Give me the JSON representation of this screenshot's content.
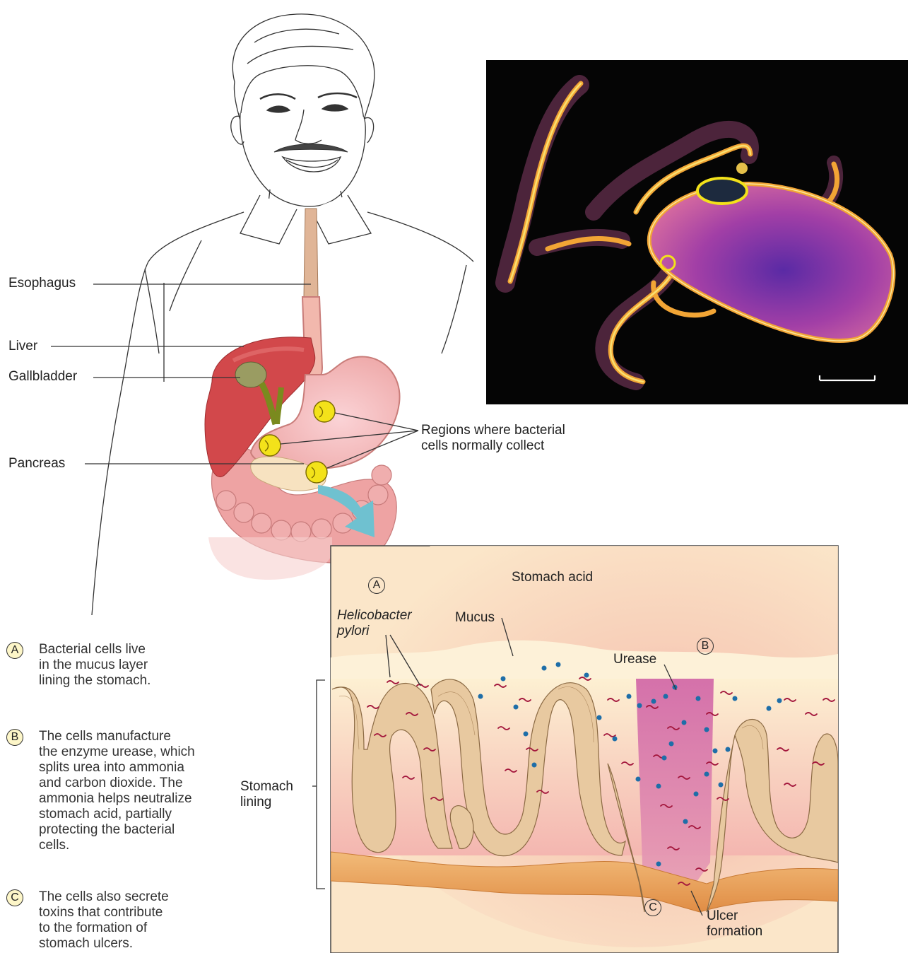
{
  "labels": {
    "esophagus": "Esophagus",
    "liver": "Liver",
    "gallbladder": "Gallbladder",
    "pancreas": "Pancreas",
    "regions_line1": "Regions where bacterial",
    "regions_line2": "cells normally collect",
    "stomach_acid": "Stomach acid",
    "mucus": "Mucus",
    "helicobacter": "Helicobacter",
    "pylori": "pylori",
    "urease": "Urease",
    "stomach_lining_1": "Stomach",
    "stomach_lining_2": "lining",
    "ulcer_1": "Ulcer",
    "ulcer_2": "formation"
  },
  "markers": {
    "a": "A",
    "b": "B",
    "c": "C"
  },
  "notes": [
    {
      "marker": "A",
      "lines": [
        "Bacterial cells live",
        "in the mucus layer",
        "lining the stomach."
      ]
    },
    {
      "marker": "B",
      "lines": [
        "The cells manufacture",
        "the enzyme urease, which",
        "splits urea into ammonia",
        "and carbon dioxide. The",
        "ammonia helps neutralize",
        "stomach acid, partially",
        "protecting the bacterial",
        "cells."
      ]
    },
    {
      "marker": "C",
      "lines": [
        "The cells also secrete",
        "toxins that contribute",
        "to the formation of",
        "stomach ulcers."
      ]
    }
  ],
  "colors": {
    "panel_bg": "#fbe6c9",
    "villus_fill": "#e8c9a0",
    "bacteria": "#a3163c",
    "urease_dot": "#1e6ea8",
    "muscle": "#e9a35e",
    "micrograph_bg": "#050505",
    "bacterium_body": "#a33ea8",
    "hotspot": "#f3e21a",
    "pointer_arrow": "#6fc1d0"
  }
}
